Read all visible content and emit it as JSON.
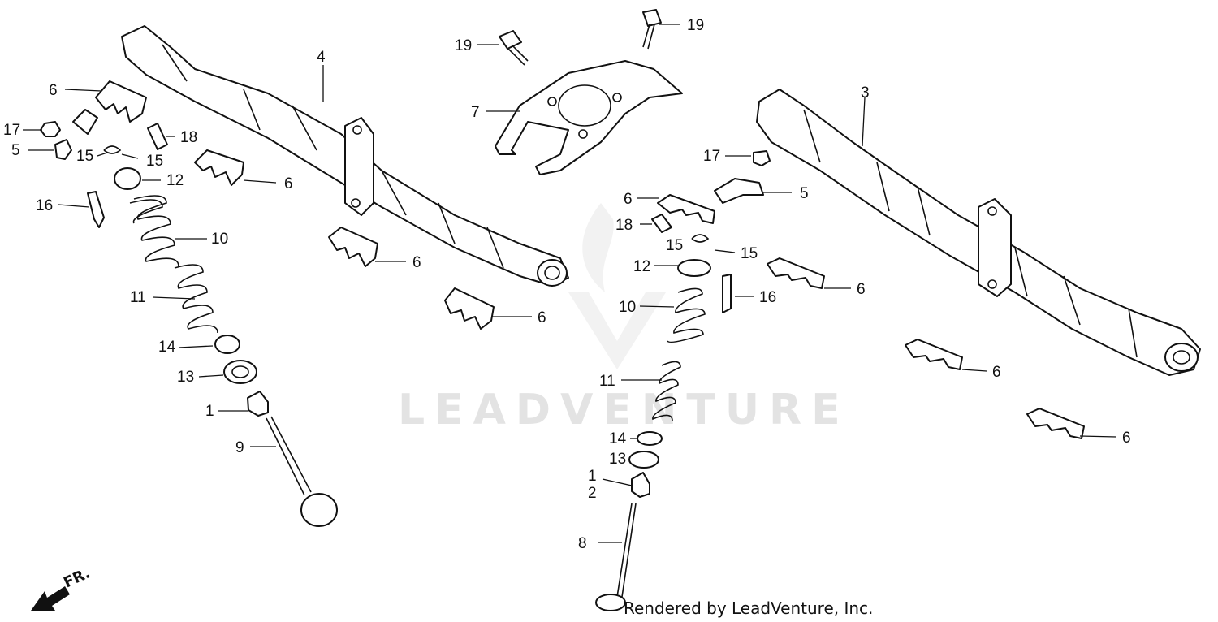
{
  "watermark": {
    "text": "LEADVENTURE"
  },
  "credit": "Rendered by LeadVenture, Inc.",
  "direction": {
    "label": "FR.",
    "icon": "front-direction-arrow-icon"
  },
  "callouts": [
    {
      "text": "4"
    },
    {
      "text": "6"
    },
    {
      "text": "17"
    },
    {
      "text": "5"
    },
    {
      "text": "15"
    },
    {
      "text": "15"
    },
    {
      "text": "18"
    },
    {
      "text": "12"
    },
    {
      "text": "6"
    },
    {
      "text": "16"
    },
    {
      "text": "10"
    },
    {
      "text": "11"
    },
    {
      "text": "6"
    },
    {
      "text": "6"
    },
    {
      "text": "14"
    },
    {
      "text": "13"
    },
    {
      "text": "1"
    },
    {
      "text": "9"
    },
    {
      "text": "19"
    },
    {
      "text": "19"
    },
    {
      "text": "7"
    },
    {
      "text": "3"
    },
    {
      "text": "17"
    },
    {
      "text": "6"
    },
    {
      "text": "5"
    },
    {
      "text": "18"
    },
    {
      "text": "15"
    },
    {
      "text": "15"
    },
    {
      "text": "12"
    },
    {
      "text": "6"
    },
    {
      "text": "16"
    },
    {
      "text": "10"
    },
    {
      "text": "11"
    },
    {
      "text": "6"
    },
    {
      "text": "14"
    },
    {
      "text": "13"
    },
    {
      "text": "1"
    },
    {
      "text": "2"
    },
    {
      "text": "8"
    },
    {
      "text": "6"
    }
  ]
}
